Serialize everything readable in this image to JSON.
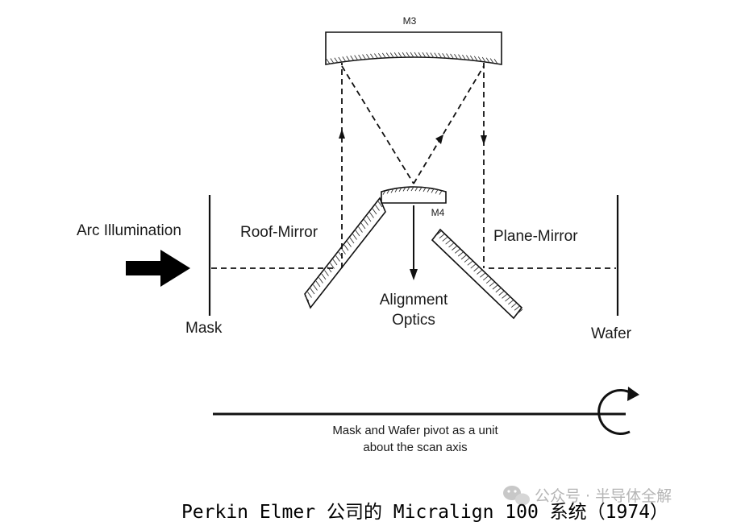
{
  "labels": {
    "m3": "M3",
    "m4": "M4",
    "arc_illumination": "Arc Illumination",
    "roof_mirror": "Roof-Mirror",
    "plane_mirror": "Plane-Mirror",
    "mask": "Mask",
    "wafer": "Wafer",
    "alignment_line1": "Alignment",
    "alignment_line2": "Optics",
    "pivot_line1": "Mask and Wafer pivot as a unit",
    "pivot_line2": "about the scan axis"
  },
  "caption": "Perkin Elmer 公司的 Micralign 100 系统（1974）",
  "watermark": "公众号 · 半导体全解",
  "colors": {
    "ink": "#111111",
    "watermark": "#b5b5b5",
    "background": "#ffffff"
  }
}
